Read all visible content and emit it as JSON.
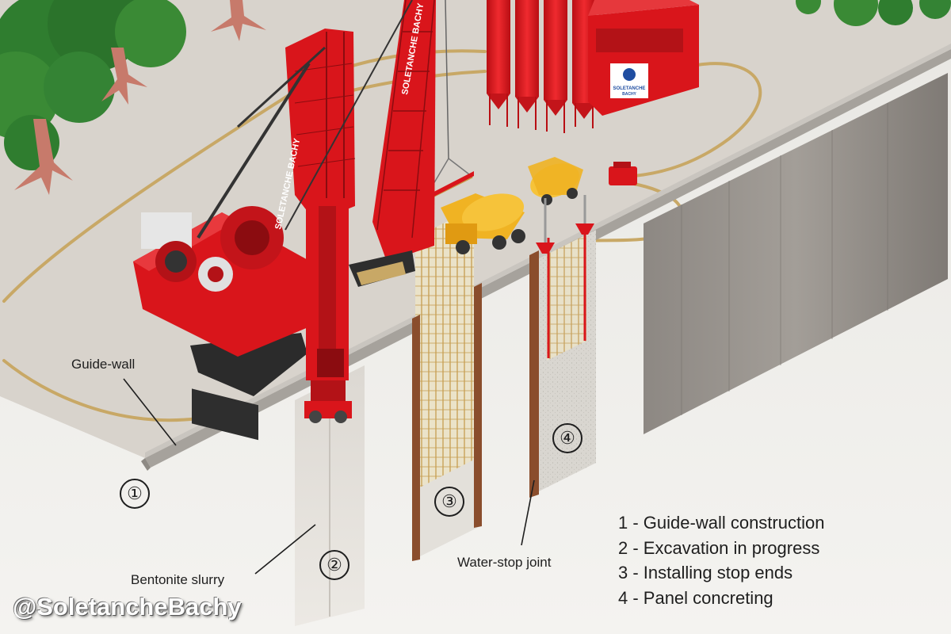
{
  "diagram": {
    "labels": {
      "guide_wall": "Guide-wall",
      "bentonite_slurry": "Bentonite slurry",
      "water_stop_joint": "Water-stop joint"
    },
    "step_markers": [
      "①",
      "②",
      "③",
      "④"
    ],
    "legend": [
      "1 - Guide-wall construction",
      "2 - Excavation in progress",
      "3 - Installing stop ends",
      "4 - Panel concreting"
    ],
    "brand_text": "SOLETANCHE BACHY",
    "brand_text_short": "SOLETANCHE",
    "brand_text_sub": "BACHY",
    "watermark": "@SoletancheBachy"
  },
  "colors": {
    "equipment_red": "#d9151b",
    "ground_surface": "#d8d3cc",
    "soil_section": "#efeeea",
    "existing_wall": "#8a8580",
    "mixer_yellow": "#f0b323",
    "hose_tan": "#c8a866",
    "tree_green": "#2f7d2f"
  }
}
